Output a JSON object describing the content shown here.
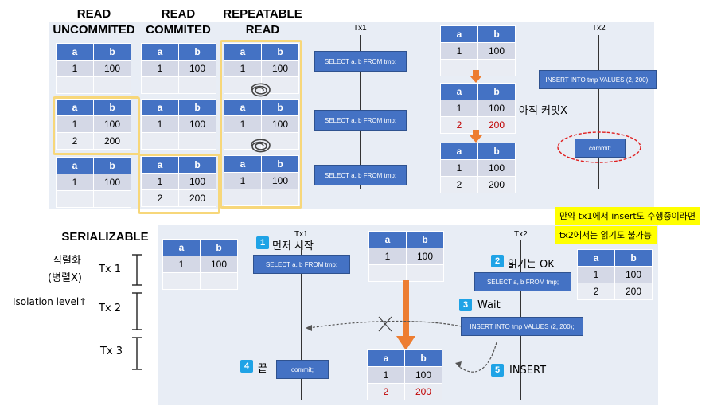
{
  "headers": {
    "read_uncommited": "READ\nUNCOMMITED",
    "read_uncommited_1": "READ",
    "read_uncommited_2": "UNCOMMITED",
    "read_commited_1": "READ",
    "read_commited_2": "COMMITED",
    "repeatable_1": "REPEATABLE",
    "repeatable_2": "READ",
    "serializable": "SERIALIZABLE"
  },
  "table": {
    "col_a": "a",
    "col_b": "b"
  },
  "rows": {
    "r1a": "1",
    "r1b": "100",
    "r2a": "2",
    "r2b": "200"
  },
  "top": {
    "tx1_label": "Tx1",
    "tx2_label": "Tx2",
    "select_q": "SELECT a, b FROM tmp;",
    "insert_q": "INSERT INTO tmp VALUES (2, 200);",
    "commit": "commit;",
    "note_uncommitted": "아직 커밋X"
  },
  "yellow_note": {
    "line1": "만약 tx1에서 insert도 수행중이라면",
    "line2": "tx2에서는 읽기도 불가능"
  },
  "left_notes": {
    "serial": "직렬화",
    "parallel": "(병렬X)",
    "isolation": "Isolation level↑",
    "tx1": "Tx 1",
    "tx2": "Tx 2",
    "tx3": "Tx 3"
  },
  "bottom": {
    "tx1_label": "Tx1",
    "tx2_label": "Tx2",
    "step1_num": "1",
    "step1": "먼저 시작",
    "step2_num": "2",
    "step2": "읽기는 OK",
    "step3_num": "3",
    "step3": "Wait",
    "step4_num": "4",
    "step4": "끝",
    "step5_num": "5",
    "step5": "INSERT",
    "select_q": "SELECT a, b FROM tmp;",
    "insert_q": "INSERT INTO tmp VALUES (2, 200);",
    "commit": "commit;"
  },
  "colors": {
    "accent": "#4472c4",
    "arrow": "#ed7d31",
    "highlight": "#f7d77a",
    "yellow": "#ffff00"
  }
}
